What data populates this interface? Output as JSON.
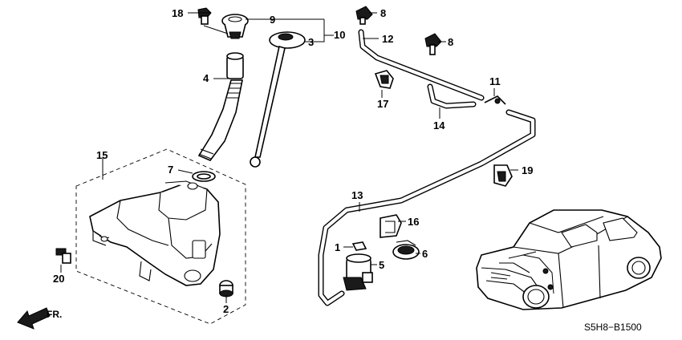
{
  "callouts": {
    "c1": "1",
    "c2": "2",
    "c3": "3",
    "c4": "4",
    "c5": "5",
    "c6": "6",
    "c7": "7",
    "c8a": "8",
    "c8b": "8",
    "c9": "9",
    "c10": "10",
    "c11": "11",
    "c12": "12",
    "c13": "13",
    "c14": "14",
    "c15": "15",
    "c16": "16",
    "c17": "17",
    "c18": "18",
    "c19": "19",
    "c20": "20"
  },
  "diagram_code": "S5H8−B1500",
  "front_label": "FR."
}
